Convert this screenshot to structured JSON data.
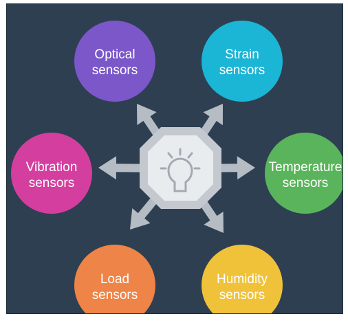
{
  "diagram": {
    "center_icon": "lightbulb-icon",
    "colors": {
      "background": "#2e3f52",
      "arrows": "#b6bcc4",
      "hub_outer": "#c4c9cf",
      "hub_inner": "#e9ecef",
      "bulb": "#a3aab3"
    },
    "nodes": [
      {
        "id": "optical",
        "line1": "Optical",
        "line2": "sensors",
        "color": "#7b57c9"
      },
      {
        "id": "strain",
        "line1": "Strain",
        "line2": "sensors",
        "color": "#1bb5d6"
      },
      {
        "id": "temperature",
        "line1": "Temperature",
        "line2": "sensors",
        "color": "#5ab45c"
      },
      {
        "id": "humidity",
        "line1": "Humidity",
        "line2": "sensors",
        "color": "#f0c23a"
      },
      {
        "id": "load",
        "line1": "Load",
        "line2": "sensors",
        "color": "#ee8447"
      },
      {
        "id": "vibration",
        "line1": "Vibration",
        "line2": "sensors",
        "color": "#d43f9f"
      }
    ]
  }
}
